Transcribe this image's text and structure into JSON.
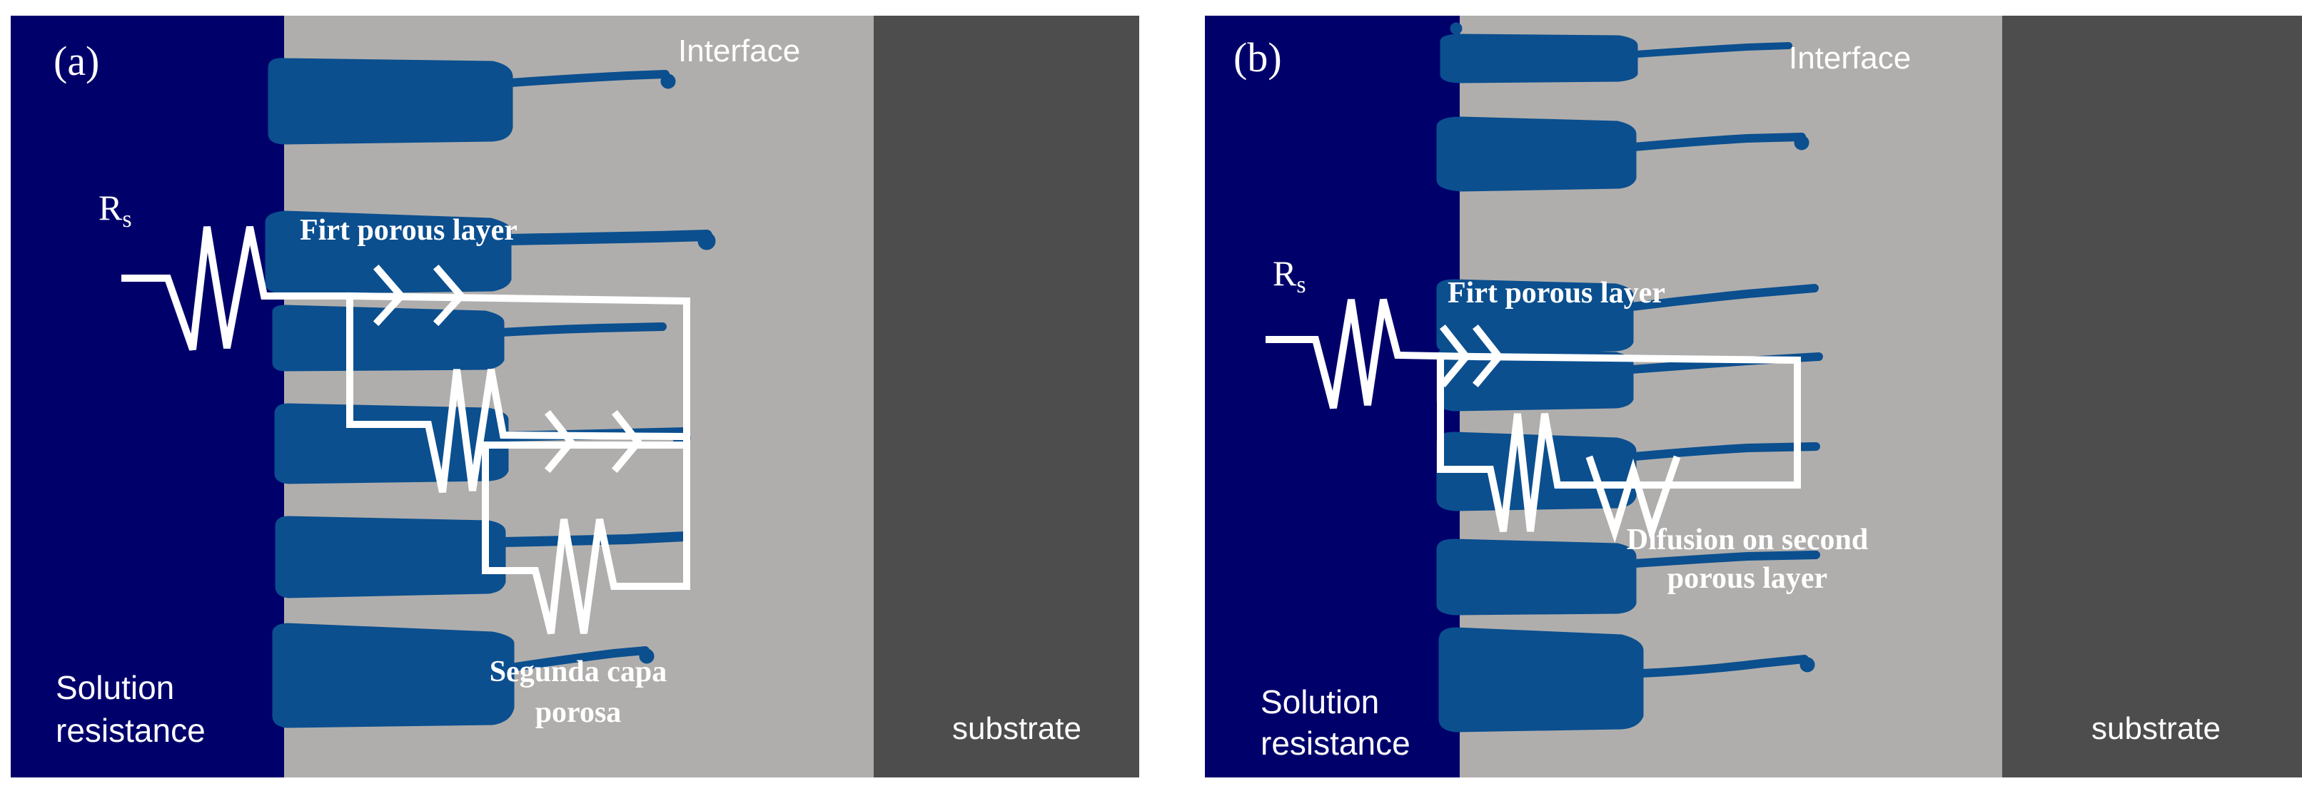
{
  "colors": {
    "solution": "#00006b",
    "interface": "#b0aeac",
    "substrate": "#4d4d4d",
    "pore": "#0b4f8f",
    "circuit": "#ffffff"
  },
  "panel_a": {
    "label": "(a)",
    "interface_label": "Interface",
    "rs_main": "R",
    "rs_sub": "s",
    "first_layer_label": "Firt porous layer",
    "second_layer_line1": "Segunda capa",
    "second_layer_line2": "porosa",
    "solution_line1": "Solution",
    "solution_line2": "resistance",
    "substrate_label": "substrate"
  },
  "panel_b": {
    "label": "(b)",
    "interface_label": "Interface",
    "rs_main": "R",
    "rs_sub": "s",
    "first_layer_label": "Firt porous layer",
    "diffusion_line1": "Difusion on second",
    "diffusion_line2": "porous layer",
    "solution_line1": "Solution",
    "solution_line2": "resistance",
    "substrate_label": "substrate"
  }
}
